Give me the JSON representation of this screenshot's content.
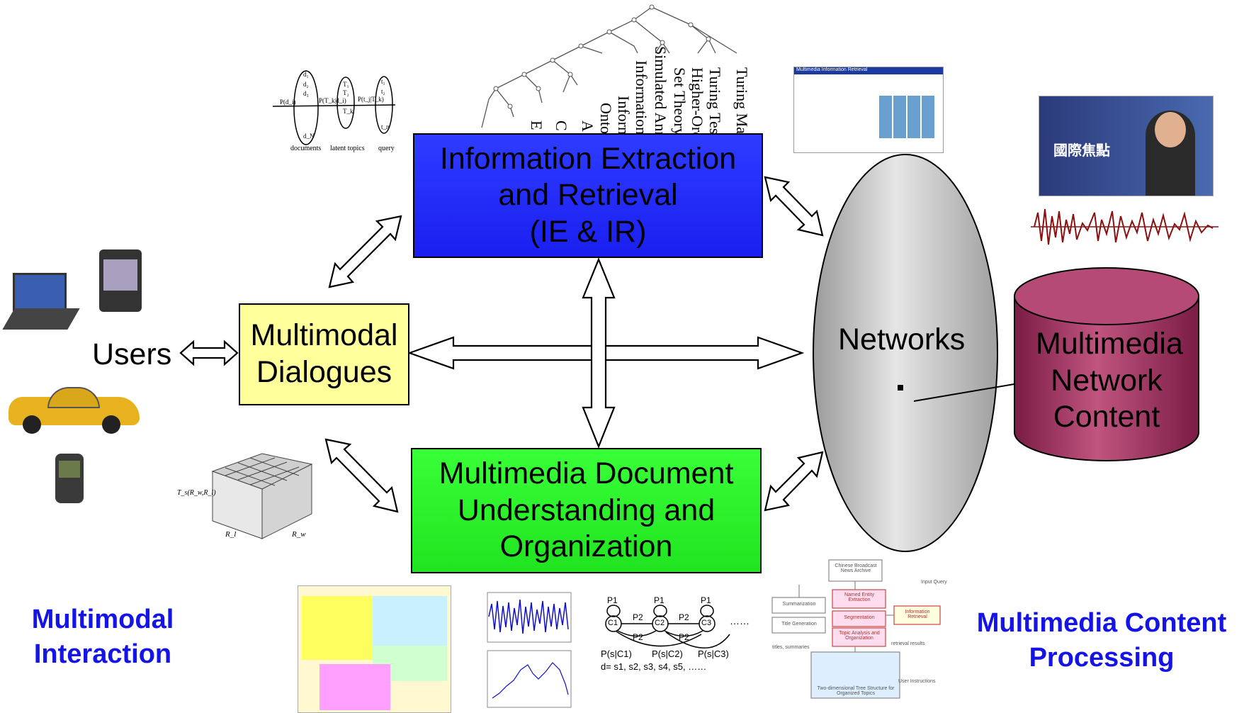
{
  "boxes": {
    "ie": "Information Extraction\nand Retrieval\n(IE & IR)",
    "dialogues": "Multimodal\nDialogues",
    "mdu": "Multimedia Document\nUnderstanding and\nOrganization"
  },
  "labels": {
    "users": "Users",
    "networks": "Networks",
    "content": "Multimedia\nNetwork\nContent",
    "interaction": "Multimodal\nInteraction",
    "processing": "Multimedia Content\nProcessing"
  },
  "tree_terms": [
    "Turing Machines",
    "Turing Test",
    "Higher-Order L",
    "Set Theory",
    "Simulated Annealing",
    "Information Ret",
    "Inform",
    "Ontol",
    "A",
    "C",
    "E"
  ],
  "topic_model": {
    "documents": "documents",
    "latent": "latent topics",
    "query": "query"
  },
  "surface_plot": {
    "zlabel": "T_s(R_w,R_l)",
    "xlabel": "R_l",
    "ylabel": "R_w"
  },
  "markov": {
    "states": [
      "C1",
      "C2",
      "C3"
    ],
    "probs": [
      "P1",
      "P1",
      "P1",
      "P2",
      "P2",
      "P2",
      "P2"
    ],
    "emissions": [
      "P(s|C1)",
      "P(s|C2)",
      "P(s|C3)"
    ],
    "sequence": "d= s1, s2, s3, s4, s5, ……",
    "dots": "……"
  },
  "flowchart": {
    "nodes": [
      "Chinese Broadcast News Archive",
      "Summarization",
      "Title Generation",
      "Named Entity Extraction",
      "Segmentation",
      "Topic Analysis and Organization",
      "Information Retrieval",
      "Two-dimensional Tree Structure for Organized Topics"
    ],
    "notes": [
      "Input Query",
      "titles, summaries",
      "retrieval results",
      "User Instructions"
    ]
  },
  "browser_window_title": "Multimedia Information Retrieval",
  "tv_caption": "國際焦點",
  "colors": {
    "ie": "#2228f5",
    "dialogues": "#ffff9c",
    "mdu": "#2ef02e",
    "cylinder": "#b03a6c",
    "blue_text": "#1414e6",
    "ellipse": "#c8c8c8"
  }
}
